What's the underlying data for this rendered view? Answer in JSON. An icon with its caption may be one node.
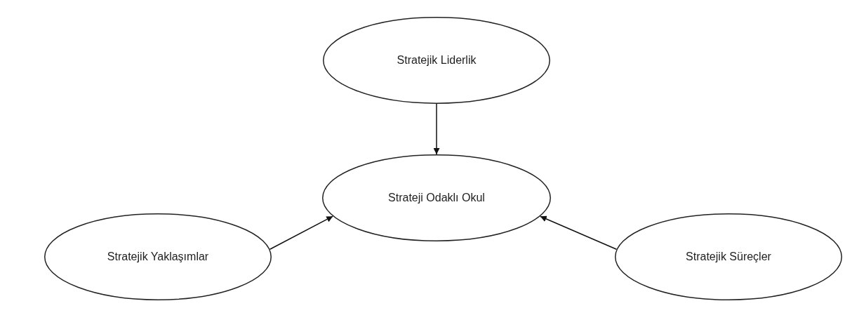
{
  "diagram": {
    "nodes": [
      {
        "text": [
          "Stratejik Liderlik"
        ]
      },
      {
        "text": [
          "Strateji Odaklı Okul"
        ]
      },
      {
        "text": [
          "Stratejik Yaklaşımlar"
        ]
      },
      {
        "text": [
          "Stratejik Süreçler"
        ]
      }
    ],
    "edges": [
      {
        "from": 0,
        "to": 1,
        "arrow": "to"
      },
      {
        "from": 2,
        "to": 1,
        "arrow": "to"
      },
      {
        "from": 3,
        "to": 1,
        "arrow": "to"
      }
    ]
  }
}
